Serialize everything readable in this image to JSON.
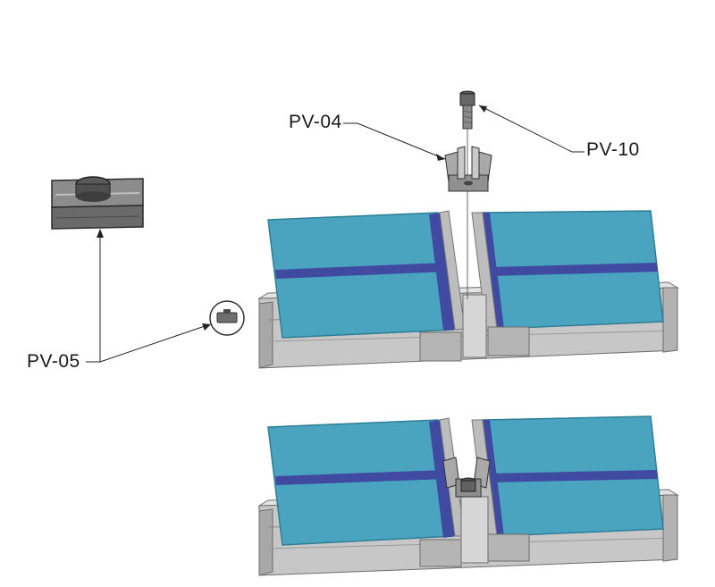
{
  "labels": {
    "pv04": "PV-04",
    "pv10": "PV-10",
    "pv05": "PV-05"
  },
  "colors": {
    "panel": "#4aa3bf",
    "panel_edge": "#2f7e98",
    "frame_strip": "#3f4aa0",
    "rail": "#c4c4c4",
    "rail_dark": "#8a8a8a",
    "metal": "#7b7b7b",
    "line": "#222222"
  }
}
